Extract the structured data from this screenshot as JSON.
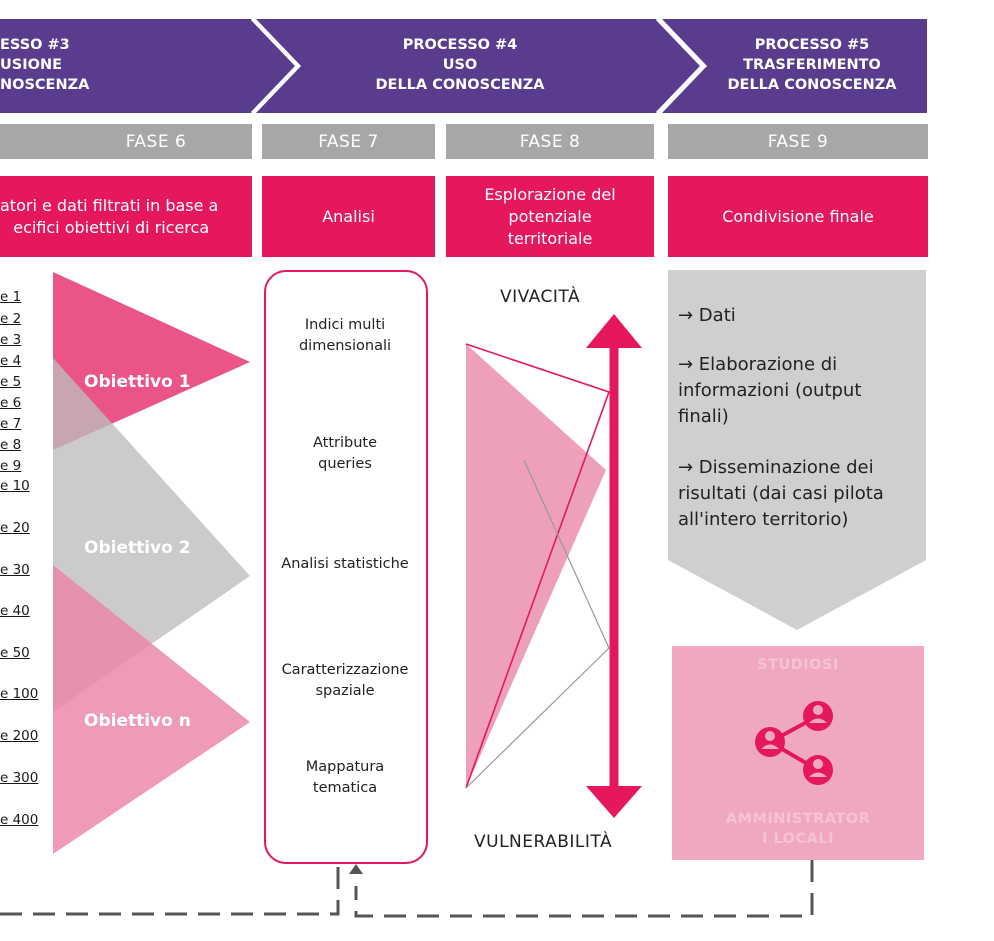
{
  "processes": [
    {
      "id": "p3",
      "lines": [
        "ESSO #3",
        "USIONE",
        "NOSCENZA"
      ]
    },
    {
      "id": "p4",
      "lines": [
        "PROCESSO #4",
        "USO",
        "DELLA CONOSCENZA"
      ]
    },
    {
      "id": "p5",
      "lines": [
        "PROCESSO #5",
        "TRASFERIMENTO",
        "DELLA CONOSCENZA"
      ]
    }
  ],
  "phases": [
    "FASE 6",
    "FASE 7",
    "FASE 8",
    "FASE 9"
  ],
  "activities": {
    "a6": [
      "atori e dati filtrati in base a",
      "ecifici obiettivi di ricerca"
    ],
    "a7": [
      "Analisi"
    ],
    "a8": [
      "Esplorazione del",
      "potenziale",
      "territoriale"
    ],
    "a9": [
      "Condivisione finale"
    ]
  },
  "indicator_links": [
    "e 1",
    "e 2",
    "e 3",
    "e 4",
    "e 5",
    "e 6",
    "e 7",
    "e 8",
    "e 9",
    "e 10",
    "e 20",
    "e 30",
    "e 40",
    "e 50",
    "e 100",
    "e 200",
    "e 300",
    "e 400"
  ],
  "objectives": [
    "Obiettivo 1",
    "Obiettivo 2",
    "Obiettivo n"
  ],
  "methods": [
    [
      "Indici multi",
      "dimensionali"
    ],
    [
      "Attribute",
      "queries"
    ],
    [
      "Analisi statistiche"
    ],
    [
      "Caratterizzazione",
      "spaziale"
    ],
    [
      "Mappatura",
      "tematica"
    ]
  ],
  "axis": {
    "top": "VIVACITÀ",
    "bottom": "VULNERABILITÀ"
  },
  "outputs": [
    [
      "→ Dati"
    ],
    [
      "→ Elaborazione di",
      "informazioni (output",
      "finali)"
    ],
    [
      "→ Disseminazione dei",
      "risultati (dai casi pilota",
      "all'intero territorio)"
    ]
  ],
  "audience": {
    "top": "STUDIOSI",
    "bottom": [
      "AMMINISTRATOR",
      "I LOCALI"
    ]
  },
  "icons": [
    "share-network-icon",
    "up-arrow-icon"
  ],
  "colors": {
    "purple": "#5a3c8e",
    "magenta": "#e4185b",
    "gray": "#a7a7a7",
    "light_pink": "#eea0bb",
    "soft_pink": "#f0a8c0",
    "box_gray": "#d0d0d0"
  }
}
